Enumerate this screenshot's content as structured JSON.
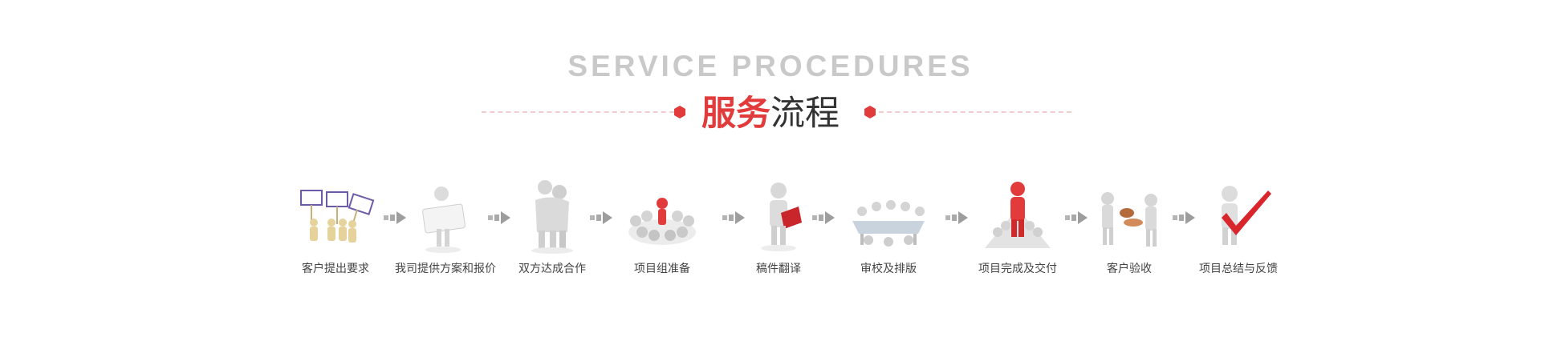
{
  "header": {
    "title_en": "SERVICE PROCEDURES",
    "title_cn_accent": "服务",
    "title_cn_plain": "流程"
  },
  "colors": {
    "accent": "#e23b3b",
    "muted": "#c9c9c9",
    "text": "#444444"
  },
  "steps": [
    {
      "label": "客户提出要求",
      "icon": "figures-holding-signs-icon"
    },
    {
      "label": "我司提供方案和报价",
      "icon": "figure-holding-board-icon"
    },
    {
      "label": "双方达成合作",
      "icon": "figures-hugging-icon"
    },
    {
      "label": "项目组准备",
      "icon": "team-circle-icon"
    },
    {
      "label": "稿件翻译",
      "icon": "figure-reading-book-icon"
    },
    {
      "label": "审校及排版",
      "icon": "meeting-table-icon"
    },
    {
      "label": "项目完成及交付",
      "icon": "red-leader-figure-icon"
    },
    {
      "label": "客户验收",
      "icon": "figures-stamping-icon"
    },
    {
      "label": "项目总结与反馈",
      "icon": "figure-checkmark-icon"
    }
  ]
}
